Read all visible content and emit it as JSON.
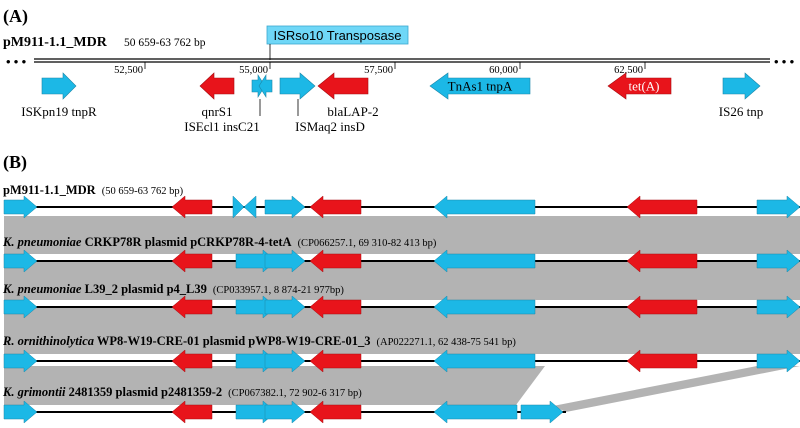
{
  "colors": {
    "blue": "#1cb8e6",
    "red": "#e8141b",
    "gray": "#b3b3b3",
    "isbox": "#6fd7f7",
    "line": "#000000"
  },
  "panelA": {
    "label": "(A)",
    "name": "pM911-1.1_MDR",
    "range": "50 659-63 762 bp",
    "ellipsis": "• • •",
    "is_box": "ISRso10 Transposase",
    "ticks": [
      {
        "label": "52,500",
        "pos": 52500
      },
      {
        "label": "55,000",
        "pos": 55000
      },
      {
        "label": "57,500",
        "pos": 57500
      },
      {
        "label": "60,000",
        "pos": 60000
      },
      {
        "label": "62,500",
        "pos": 62500
      }
    ],
    "gene_labels": {
      "iskpn19": "ISKpn19 tnpR",
      "qnrs1": "qnrS1",
      "isecl1": "ISEcl1 insC21",
      "ismaq2": "ISMaq2 insD",
      "blalap2": "blaLAP-2",
      "tnas1": "TnAs1 tnpA",
      "teta": "tet(A)",
      "is26": "IS26 tnp"
    }
  },
  "panelB": {
    "label": "(B)",
    "tracks": [
      {
        "italic": "",
        "name": "pM911-1.1_MDR",
        "acc": "(50 659-63 762 bp)"
      },
      {
        "italic": "K. pneumoniae",
        "name": " CRKP78R plasmid pCRKP78R-4-tetA",
        "acc": "(CP066257.1, 69 310-82 413 bp)"
      },
      {
        "italic": "K. pneumoniae",
        "name": " L39_2 plasmid p4_L39",
        "acc": "(CP033957.1, 8 874-21 977bp)"
      },
      {
        "italic": "R. ornithinolytica",
        "name": " WP8-W19-CRE-01 plasmid pWP8-W19-CRE-01_3",
        "acc": "(AP022271.1, 62 438-75 541 bp)"
      },
      {
        "italic": "K. grimontii",
        "name": " 2481359 plasmid p2481359-2",
        "acc": "(CP067382.1, 72 902-6 317 bp)"
      }
    ]
  }
}
